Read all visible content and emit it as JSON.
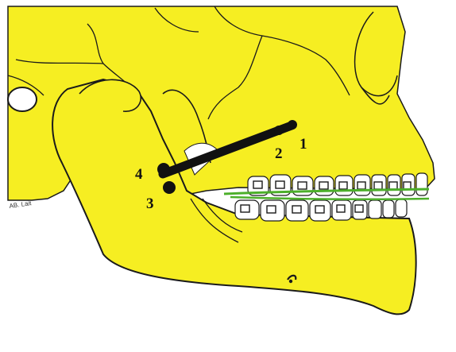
{
  "colors": {
    "bone": "#f6ee22",
    "outline": "#1a1a1a",
    "tooth": "#ffffff",
    "archwire": "#4caf2a",
    "anchor": "#111111",
    "background": "#ffffff"
  },
  "labels": {
    "point_1": "1",
    "point_2": "2",
    "point_3": "3",
    "point_4": "4"
  },
  "signature": "AB. Lait"
}
